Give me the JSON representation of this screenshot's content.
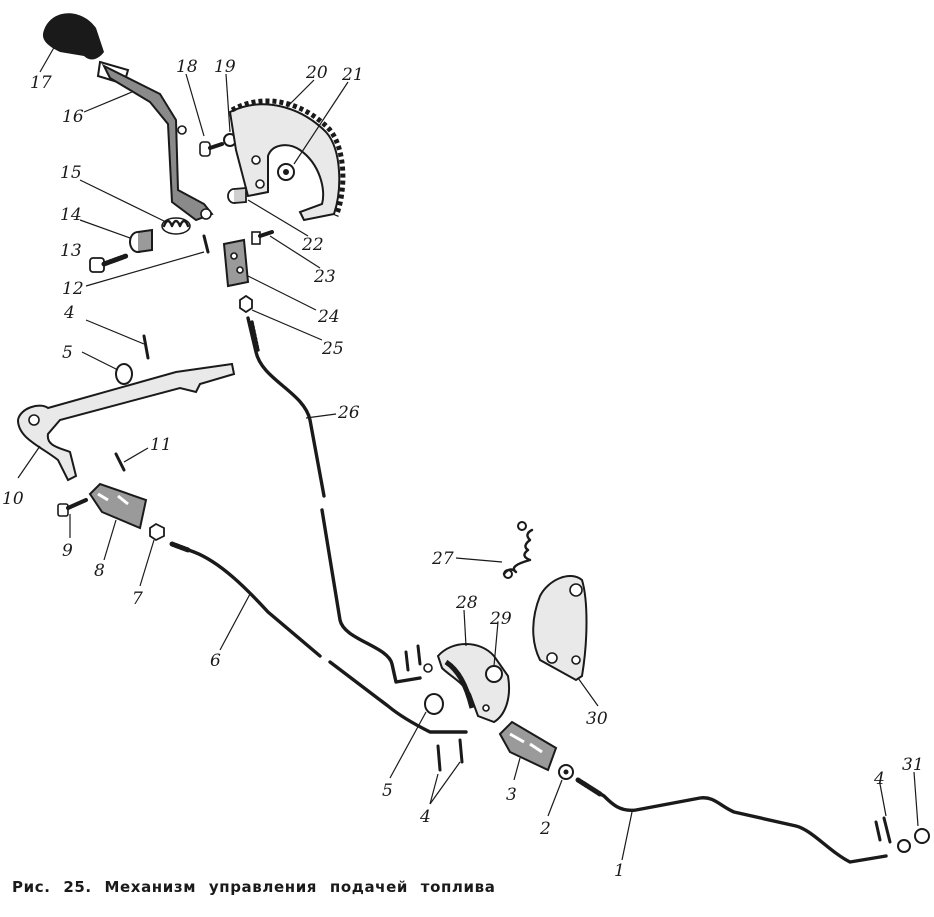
{
  "figure": {
    "caption": "Рис. 25. Механизм управления подачей топлива"
  },
  "parts": [
    {
      "id": "part-1",
      "label": "1"
    },
    {
      "id": "part-2",
      "label": "2"
    },
    {
      "id": "part-3",
      "label": "3"
    },
    {
      "id": "part-4a",
      "label": "4"
    },
    {
      "id": "part-4b",
      "label": "4"
    },
    {
      "id": "part-4c",
      "label": "4"
    },
    {
      "id": "part-5a",
      "label": "5"
    },
    {
      "id": "part-5b",
      "label": "5"
    },
    {
      "id": "part-6",
      "label": "6"
    },
    {
      "id": "part-7",
      "label": "7"
    },
    {
      "id": "part-8",
      "label": "8"
    },
    {
      "id": "part-9",
      "label": "9"
    },
    {
      "id": "part-10",
      "label": "10"
    },
    {
      "id": "part-11",
      "label": "11"
    },
    {
      "id": "part-12",
      "label": "12"
    },
    {
      "id": "part-13",
      "label": "13"
    },
    {
      "id": "part-14",
      "label": "14"
    },
    {
      "id": "part-15",
      "label": "15"
    },
    {
      "id": "part-16",
      "label": "16"
    },
    {
      "id": "part-17",
      "label": "17"
    },
    {
      "id": "part-18",
      "label": "18"
    },
    {
      "id": "part-19",
      "label": "19"
    },
    {
      "id": "part-20",
      "label": "20"
    },
    {
      "id": "part-21",
      "label": "21"
    },
    {
      "id": "part-22",
      "label": "22"
    },
    {
      "id": "part-23",
      "label": "23"
    },
    {
      "id": "part-24",
      "label": "24"
    },
    {
      "id": "part-25",
      "label": "25"
    },
    {
      "id": "part-26",
      "label": "26"
    },
    {
      "id": "part-27",
      "label": "27"
    },
    {
      "id": "part-28",
      "label": "28"
    },
    {
      "id": "part-29",
      "label": "29"
    },
    {
      "id": "part-30",
      "label": "30"
    },
    {
      "id": "part-31",
      "label": "31"
    }
  ]
}
